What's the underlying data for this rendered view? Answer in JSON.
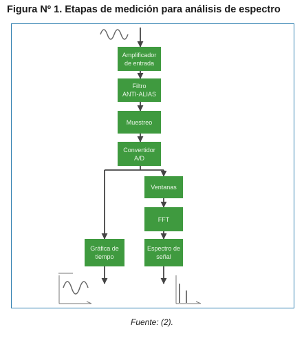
{
  "figure": {
    "title": "Figura Nº 1. Etapas de medición para análisis de espectro",
    "caption": "Fuente: (2)."
  },
  "colors": {
    "box_fill": "#3f9a3f",
    "box_text": "#e9f5e6",
    "frame_border": "#2f7fb0",
    "connector": "#444444",
    "signal_wave": "#666666"
  },
  "stages": [
    {
      "id": "amplificador",
      "label": "Amplificador\nde entrada"
    },
    {
      "id": "filtro",
      "label": "Filtro\nANTI-ALIAS"
    },
    {
      "id": "muestreo",
      "label": "Muestreo"
    },
    {
      "id": "convertidor",
      "label": "Convertidor\nA/D"
    },
    {
      "id": "ventanas",
      "label": "Ventanas"
    },
    {
      "id": "fft",
      "label": "FFT"
    },
    {
      "id": "grafica",
      "label": "Gráfica de\ntiempo"
    },
    {
      "id": "espectro",
      "label": "Espectro de\nseñal"
    }
  ],
  "icons": {
    "input": "sine-wave-icon",
    "time_output": "time-domain-plot-icon",
    "spectrum_output": "spectrum-plot-icon"
  }
}
